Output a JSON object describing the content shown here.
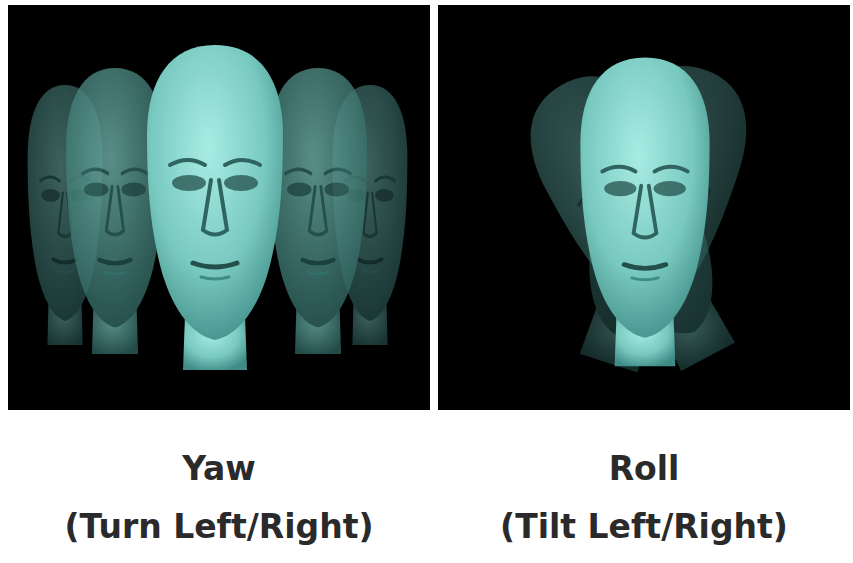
{
  "diagram": {
    "labels": [
      "Yaw",
      "(Turn Left/Right)",
      "Roll",
      "(Tilt Left/Right)"
    ]
  }
}
